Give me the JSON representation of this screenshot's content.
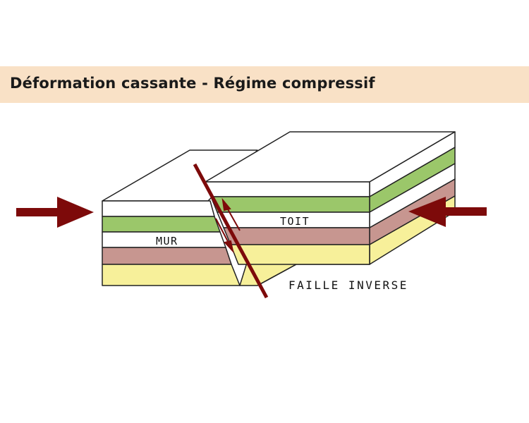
{
  "title": "Déformation cassante - Régime compressif",
  "labels": {
    "hanging_wall": "TOIT",
    "footwall": "MUR",
    "fault": "FAILLE INVERSE"
  },
  "colors": {
    "banner": "#f9e1c6",
    "layer_white": "#ffffff",
    "layer_green": "#9bc76a",
    "layer_pink": "#c79690",
    "layer_yellow": "#f7f09a",
    "fault_and_arrows": "#7d0a0a",
    "outline": "#222222"
  }
}
